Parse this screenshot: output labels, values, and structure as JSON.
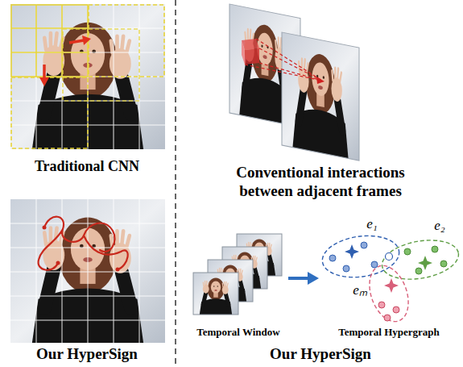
{
  "diagram": {
    "nodes": [
      {
        "text": [
          "Temporal Window"
        ]
      },
      {
        "text": [
          "Temporal Hypergraph"
        ]
      }
    ],
    "edges": [
      {
        "from": 0,
        "to": 1,
        "arrow": "to"
      }
    ],
    "labels": [
      "Traditional CNN",
      "Conventional interactions between adjacent frames",
      "Our HyperSign",
      "Our HyperSign",
      "e₁",
      "e₂",
      "eₘ"
    ]
  }
}
